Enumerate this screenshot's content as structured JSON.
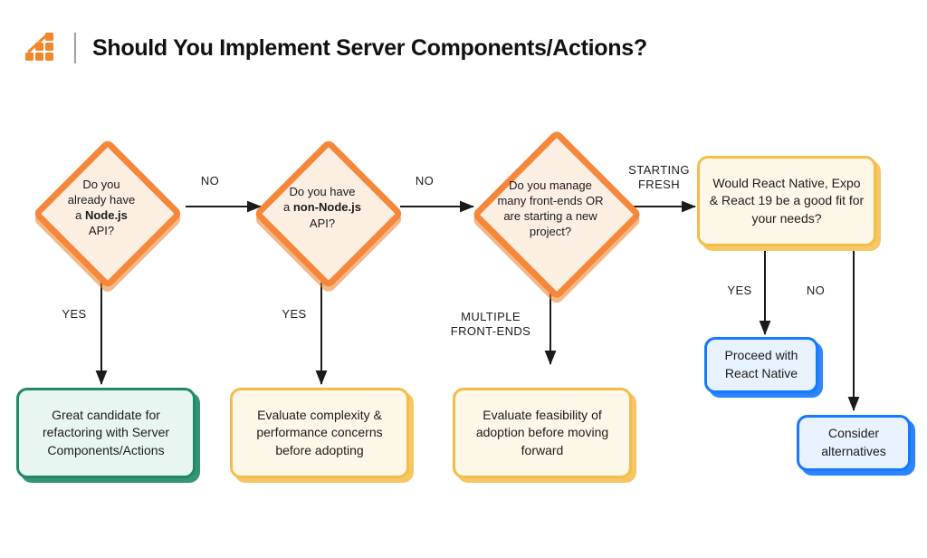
{
  "header": {
    "logo_icon": "bar-chart-staircase-icon",
    "title": "Should You Implement Server Components/Actions?"
  },
  "colors": {
    "orange": "#F5873A",
    "orange_fill": "#FDEEE2",
    "amber": "#F4BC49",
    "amber_fill": "#FDF7E7",
    "green": "#1F8A63",
    "green_fill": "#E8F6F2",
    "blue": "#1677FF",
    "blue_fill": "#E8F1FE",
    "arrow": "#1b1b1b",
    "title": "#111111"
  },
  "chart_data": {
    "type": "diagram",
    "title": "Should You Implement Server Components/Actions?",
    "nodes": [
      {
        "id": "d1",
        "shape": "diamond",
        "style": "orange",
        "text": "Do you already have a Node.js API?",
        "bold_part": "Node.js"
      },
      {
        "id": "d2",
        "shape": "diamond",
        "style": "orange",
        "text": "Do you have a non-Node.js API?",
        "bold_part": "non-Node.js"
      },
      {
        "id": "d3",
        "shape": "diamond",
        "style": "orange",
        "text": "Do you manage many front-ends OR are starting a new project?"
      },
      {
        "id": "b4",
        "shape": "rounded-rect",
        "style": "amber",
        "text": "Would React Native, Expo & React 19 be a good fit for your needs?"
      },
      {
        "id": "t1",
        "shape": "rounded-rect",
        "style": "green",
        "text": "Great candidate for refactoring with Server Components/Actions"
      },
      {
        "id": "t2",
        "shape": "rounded-rect",
        "style": "amber",
        "text": "Evaluate complexity & performance concerns before adopting"
      },
      {
        "id": "t3",
        "shape": "rounded-rect",
        "style": "amber",
        "text": "Evaluate feasibility of adoption before moving forward"
      },
      {
        "id": "t4",
        "shape": "rounded-rect",
        "style": "blue",
        "text": "Proceed with React Native"
      },
      {
        "id": "t5",
        "shape": "rounded-rect",
        "style": "blue",
        "text": "Consider alternatives"
      }
    ],
    "edges": [
      {
        "from": "d1",
        "to": "d2",
        "label": "NO",
        "direction": "right"
      },
      {
        "from": "d1",
        "to": "t1",
        "label": "YES",
        "direction": "down"
      },
      {
        "from": "d2",
        "to": "d3",
        "label": "NO",
        "direction": "right"
      },
      {
        "from": "d2",
        "to": "t2",
        "label": "YES",
        "direction": "down"
      },
      {
        "from": "d3",
        "to": "b4",
        "label": "STARTING FRESH",
        "direction": "right"
      },
      {
        "from": "d3",
        "to": "t3",
        "label": "MULTIPLE FRONT-ENDS",
        "direction": "down"
      },
      {
        "from": "b4",
        "to": "t4",
        "label": "YES",
        "direction": "down"
      },
      {
        "from": "b4",
        "to": "t5",
        "label": "NO",
        "direction": "down"
      }
    ]
  },
  "nodes": {
    "d1": {
      "line1": "Do you",
      "line2": "already have",
      "line3a": "a ",
      "line3b": "Node.js",
      "line4": "API?"
    },
    "d2": {
      "line1": "Do you have",
      "line2a": "a ",
      "line2b": "non-Node.js",
      "line3": "API?"
    },
    "d3": {
      "line1": "Do you manage",
      "line2": "many front-ends OR",
      "line3": "are starting a new",
      "line4": "project?"
    },
    "b4": {
      "text": "Would React Native, Expo & React 19 be a good fit for your needs?"
    },
    "t1": {
      "text": "Great candidate for refactoring with Server Components/Actions"
    },
    "t2": {
      "text": "Evaluate complexity & performance concerns before adopting"
    },
    "t3": {
      "text": "Evaluate feasibility of adoption before moving forward"
    },
    "t4": {
      "text": "Proceed with React Native"
    },
    "t5": {
      "text": "Consider alternatives"
    }
  },
  "edge_labels": {
    "no1": "NO",
    "no2": "NO",
    "yes1": "YES",
    "yes2": "YES",
    "starting_fresh": "STARTING\nFRESH",
    "multiple_front_ends": "MULTIPLE\nFRONT-ENDS",
    "yes3": "YES",
    "no3": "NO"
  }
}
